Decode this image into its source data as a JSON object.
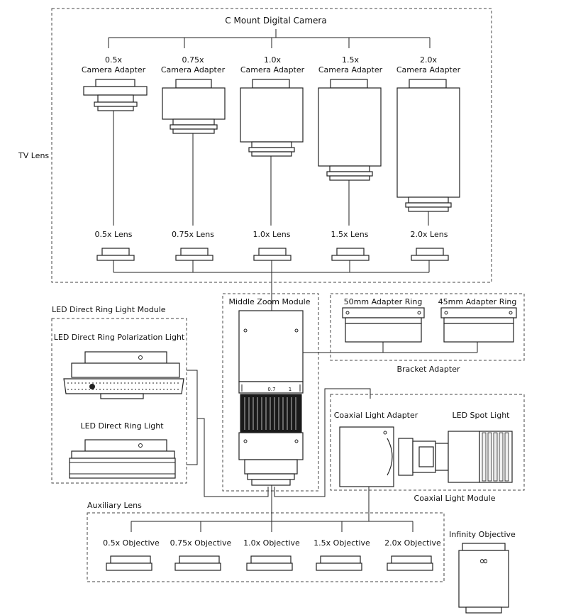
{
  "title": "C Mount Digital Camera",
  "tv_lens": {
    "label": "TV Lens",
    "adapters": [
      {
        "line1": "0.5x",
        "line2": "Camera Adapter"
      },
      {
        "line1": "0.75x",
        "line2": "Camera Adapter"
      },
      {
        "line1": "1.0x",
        "line2": "Camera Adapter"
      },
      {
        "line1": "1.5x",
        "line2": "Camera Adapter"
      },
      {
        "line1": "2.0x",
        "line2": "Camera Adapter"
      }
    ],
    "lenses": [
      "0.5x Lens",
      "0.75x Lens",
      "1.0x Lens",
      "1.5x Lens",
      "2.0x Lens"
    ]
  },
  "ring_light": {
    "module_label": "LED Direct Ring Light Module",
    "polarization_label": "LED Direct Ring Polarization Light",
    "direct_label": "LED Direct Ring Light"
  },
  "middle_zoom": {
    "label": "Middle Zoom Module",
    "scale_marks": [
      "0.7",
      "1"
    ]
  },
  "bracket": {
    "rings": [
      "50mm Adapter Ring",
      "45mm Adapter Ring"
    ],
    "label": "Bracket Adapter"
  },
  "coaxial": {
    "adapter_label": "Coaxial Light Adapter",
    "spot_label": "LED Spot Light",
    "module_label": "Coaxial Light Module"
  },
  "auxiliary": {
    "label": "Auxiliary Lens",
    "objectives": [
      "0.5x Objective",
      "0.75x Objective",
      "1.0x Objective",
      "1.5x Objective",
      "2.0x Objective"
    ]
  },
  "infinity": {
    "label": "Infinity Objective",
    "symbol": "∞"
  }
}
